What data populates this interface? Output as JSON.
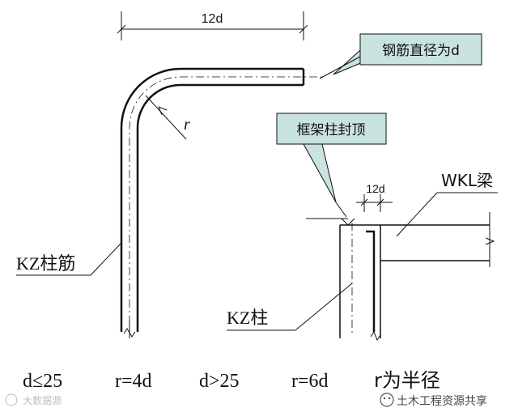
{
  "diagram": {
    "dim_top": "12d",
    "dim_small": "12d",
    "callout_diameter": "钢筋直径为d",
    "callout_top": "框架柱封顶",
    "label_wkl": "WKL梁",
    "label_rebar": "KZ柱筋",
    "label_column": "KZ柱",
    "radius_mark": "r",
    "footer": {
      "cond1": "d≤25",
      "rule1": "r=4d",
      "cond2": "d>25",
      "rule2": "r=6d",
      "note": "r为半径"
    },
    "callout_fill": "#c9e3e0",
    "watermark_left": "大数据源",
    "watermark_right": "土木工程资源共享"
  }
}
